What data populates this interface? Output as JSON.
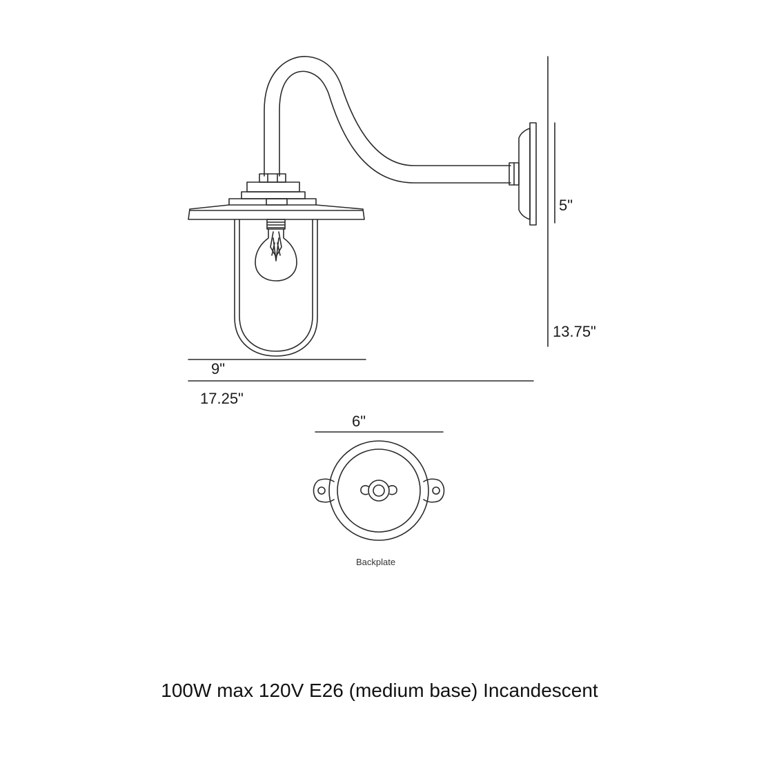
{
  "dimensions": {
    "backplate_height": "5\"",
    "overall_height": "13.75\"",
    "shade_width": "9\"",
    "overall_projection": "17.25\"",
    "backplate_width": "6\""
  },
  "backplate_caption": "Backplate",
  "spec_text": "100W max 120V E26 (medium base) Incandescent",
  "colors": {
    "line": "#2a2a2a",
    "background": "#ffffff"
  }
}
